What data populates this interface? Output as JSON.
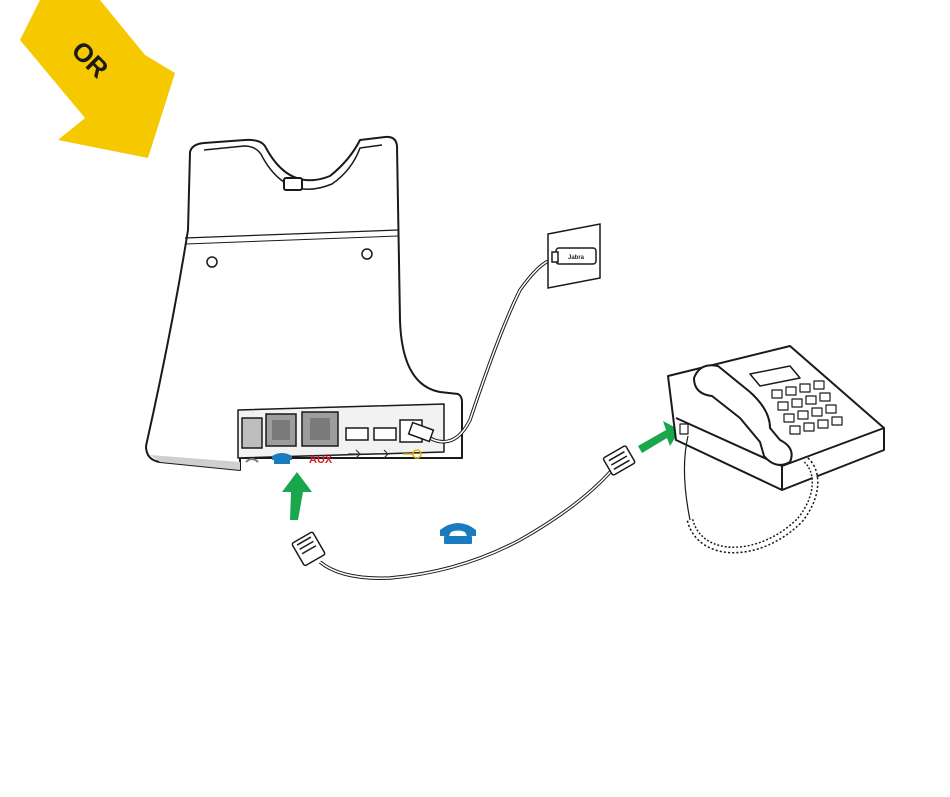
{
  "banner": {
    "text": "OR",
    "color": "#f5c800"
  },
  "ports": {
    "phone_icon": "phone-handset-icon",
    "aux_label": "AUX",
    "usb_icon": "usb-icon",
    "power_icon": "power-icon",
    "headset_icon": "headset-icon"
  },
  "wall_adapter": {
    "label": "Jabra"
  },
  "cable_badge": {
    "icon": "phone-handset-icon",
    "color": "#1a7bbf"
  },
  "colors": {
    "arrow": "#1aa64a",
    "aux": "#d7202a",
    "phone_port": "#1a7bbf",
    "power": "#f5c800"
  }
}
